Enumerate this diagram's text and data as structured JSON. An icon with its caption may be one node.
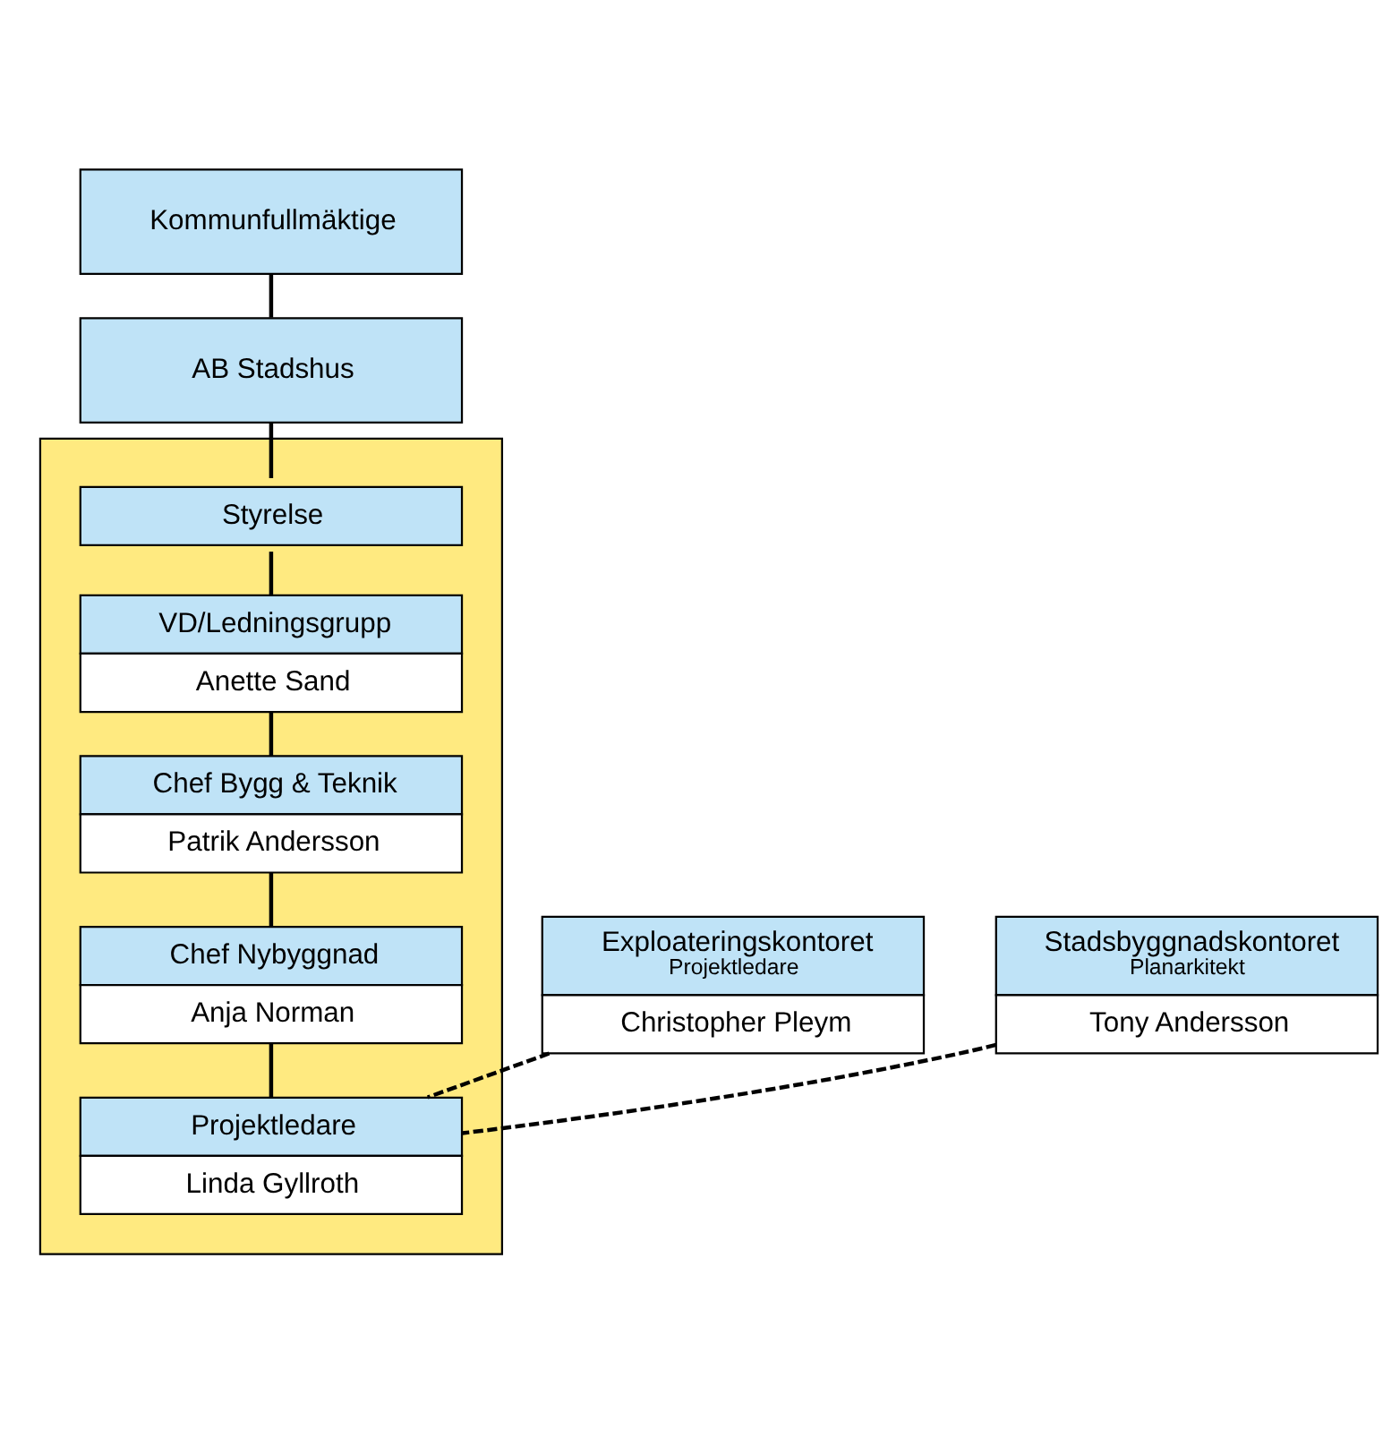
{
  "diagram": {
    "nodes": [
      {
        "text": [
          "Kommunfullmäktige"
        ]
      },
      {
        "text": [
          "AB Stadshus"
        ]
      },
      {
        "text": [],
        "shape": "box"
      },
      {
        "text": [
          "Styrelse"
        ],
        "in": 2
      },
      {
        "text": [
          "VD/Ledningsgrupp",
          "Anette Sand"
        ],
        "in": 2
      },
      {
        "text": [
          "Chef Bygg & Teknik",
          "Patrik Andersson"
        ],
        "in": 2
      },
      {
        "text": [
          "Chef Nybyggnad",
          "Anja Norman"
        ],
        "in": 2
      },
      {
        "text": [
          "Projektledare",
          "Linda Gyllroth"
        ],
        "in": 2
      },
      {
        "text": [
          "Exploateringskontoret",
          "Projektledare",
          "Christopher Pleym"
        ]
      },
      {
        "text": [
          "Stadsbyggnadskontoret",
          "Planarkitekt",
          "Tony Andersson"
        ]
      }
    ],
    "edges": [
      {
        "from": 0,
        "to": 1,
        "arrow": "none"
      },
      {
        "from": 1,
        "to": 3,
        "arrow": "none"
      },
      {
        "from": 3,
        "to": 4,
        "arrow": "none"
      },
      {
        "from": 4,
        "to": 5,
        "arrow": "none"
      },
      {
        "from": 5,
        "to": 6,
        "arrow": "none"
      },
      {
        "from": 6,
        "to": 7,
        "arrow": "none"
      },
      {
        "from": 8,
        "to": 7,
        "arrow": "none",
        "style": "dashed"
      },
      {
        "from": 9,
        "to": 7,
        "arrow": "none",
        "style": "dashed"
      }
    ]
  }
}
